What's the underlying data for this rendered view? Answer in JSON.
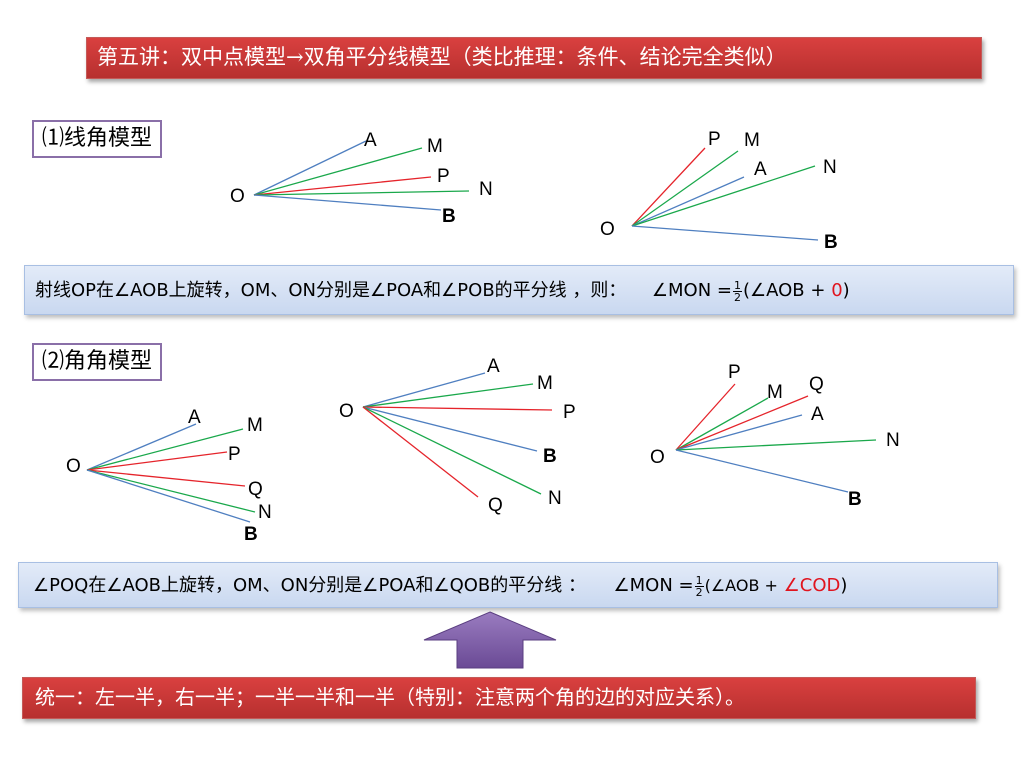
{
  "title": "第五讲：双中点模型→双角平分线模型（类比推理：条件、结论完全类似）",
  "model1": {
    "label": "⑴线角模型",
    "statement": "射线OP在∠AOB上旋转，OM、ON分别是∠POA和∠POB的平分线 ，则：",
    "result_prefix": "∠MON =",
    "frac_num": "1",
    "frac_den": "2",
    "result_paren_open": "(∠AOB +",
    "result_zero": "0",
    "result_paren_close": ")"
  },
  "model2": {
    "label": "⑵角角模型",
    "statement": "∠POQ在∠AOB上旋转，OM、ON分别是∠POA和∠QOB的平分线 ：",
    "result_prefix": "∠MON =",
    "frac_num": "1",
    "frac_den": "2",
    "result_paren_open": "(∠AOB +",
    "result_cod": "∠COD",
    "result_paren_close": ")"
  },
  "conclusion": "统一：左一半，右一半；一半一半和一半（特别：注意两个角的边的对应关系）。",
  "point_labels": {
    "O": "O",
    "A": "A",
    "M": "M",
    "P": "P",
    "N": "N",
    "B": "B",
    "Q": "Q"
  },
  "colors": {
    "banner_red": "#c0363a",
    "box_blue": "#d5e1f4",
    "ray_blue": "#4f7fc0",
    "ray_green": "#1aa84b",
    "ray_red": "#e5242b",
    "arrow_purple": "#7d5aa6",
    "label_border": "#8a6fa8"
  }
}
